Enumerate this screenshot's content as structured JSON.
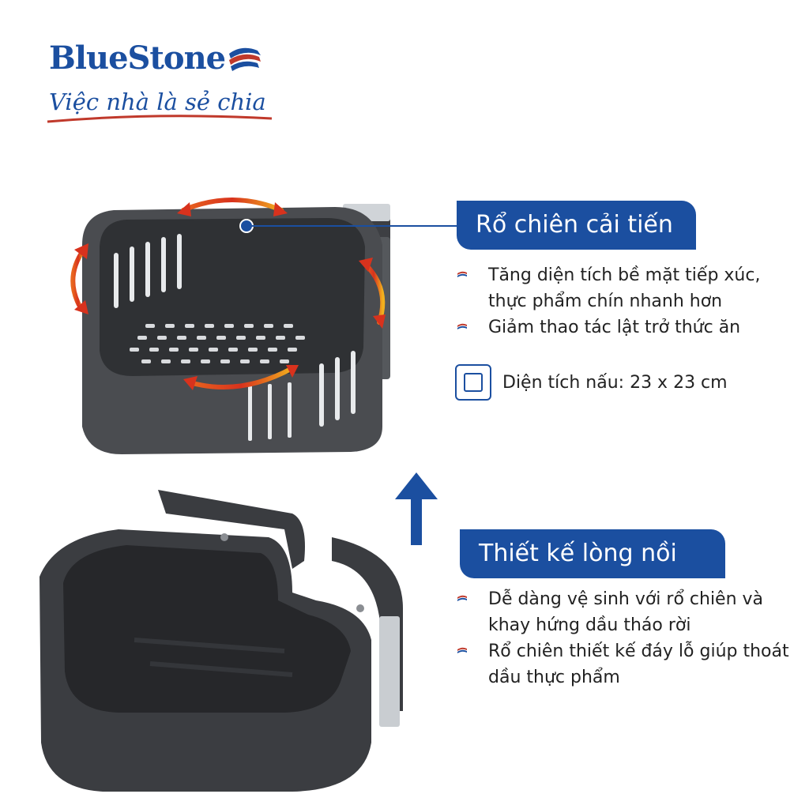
{
  "brand": {
    "name": "BlueStone",
    "tagline": "Việc nhà là sẻ chia"
  },
  "section_basket": {
    "title": "Rổ chiên cải tiến",
    "bullets": [
      "Tăng diện tích bề mặt tiếp xúc, thực phẩm chín nhanh hơn",
      "Giảm thao tác lật trở thức ăn"
    ],
    "area_label": "Diện tích nấu: 23 x 23 cm"
  },
  "section_pot": {
    "title": "Thiết kế lòng nồi",
    "bullets": [
      "Dễ dàng vệ sinh với rổ chiên và khay hứng dầu tháo rời",
      "Rổ chiên thiết kế đáy lỗ giúp thoát dầu thực phẩm"
    ]
  },
  "colors": {
    "brand_blue": "#1b4fa0",
    "accent_red": "#c0392b",
    "product_gray": "#4a4c50",
    "arrow_orange": "#e8651f"
  },
  "icons": [
    "logo-mark-icon",
    "bullet-icon",
    "area-square-icon",
    "up-arrow-icon",
    "heat-arrow-icon"
  ]
}
